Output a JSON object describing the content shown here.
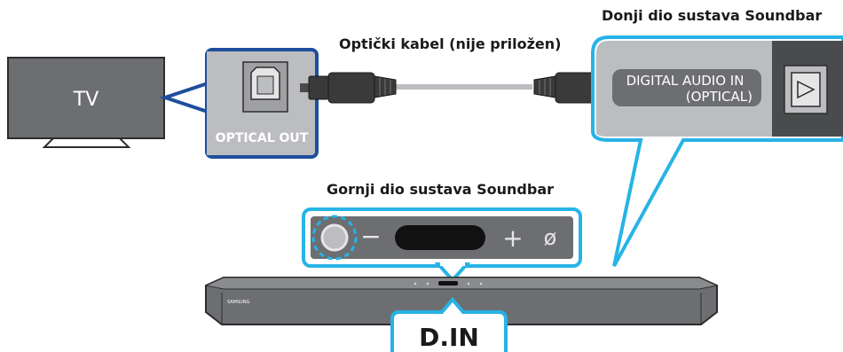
{
  "labels": {
    "cable": "Optički kabel (nije priložen)",
    "bottom_soundbar": "Donji dio sustava Soundbar",
    "top_soundbar": "Gornji dio sustava Soundbar"
  },
  "tv": {
    "text": "TV"
  },
  "tv_port": {
    "label": "OPTICAL OUT"
  },
  "soundbar_port": {
    "line1": "DIGITAL AUDIO IN",
    "line2": "(OPTICAL)"
  },
  "control_panel": {
    "minus": "−",
    "plus": "+",
    "mic": "ø"
  },
  "soundbar": {
    "brand": "SAMSUNG",
    "display": "D.IN"
  },
  "colors": {
    "tv_callout": "#1f4e9c",
    "callout": "#27b3e6",
    "device": "#6d6e71",
    "port_panel": "#bcbdc0"
  },
  "icons": {
    "power": "power-button-icon",
    "optical": "optical-port-icon"
  }
}
